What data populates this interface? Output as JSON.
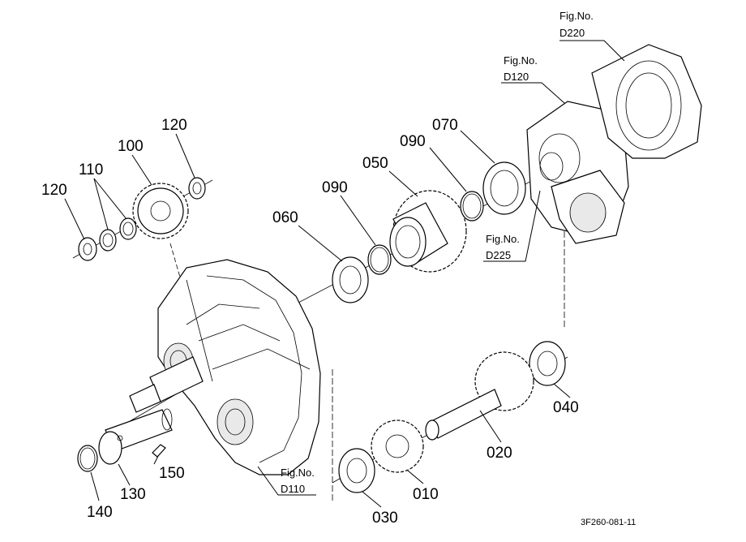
{
  "labels": {
    "p010": "010",
    "p020": "020",
    "p030": "030",
    "p040": "040",
    "p050": "050",
    "p060": "060",
    "p070": "070",
    "p090a": "090",
    "p090b": "090",
    "p100": "100",
    "p110": "110",
    "p120a": "120",
    "p120b": "120",
    "p130": "130",
    "p140": "140",
    "p150": "150"
  },
  "figures": {
    "d220": {
      "title": "Fig.No.",
      "code": "D220"
    },
    "d120": {
      "title": "Fig.No.",
      "code": "D120"
    },
    "d225": {
      "title": "Fig.No.",
      "code": "D225"
    },
    "d110": {
      "title": "Fig.No.",
      "code": "D110"
    }
  },
  "drawing_code": "3F260-081-11"
}
